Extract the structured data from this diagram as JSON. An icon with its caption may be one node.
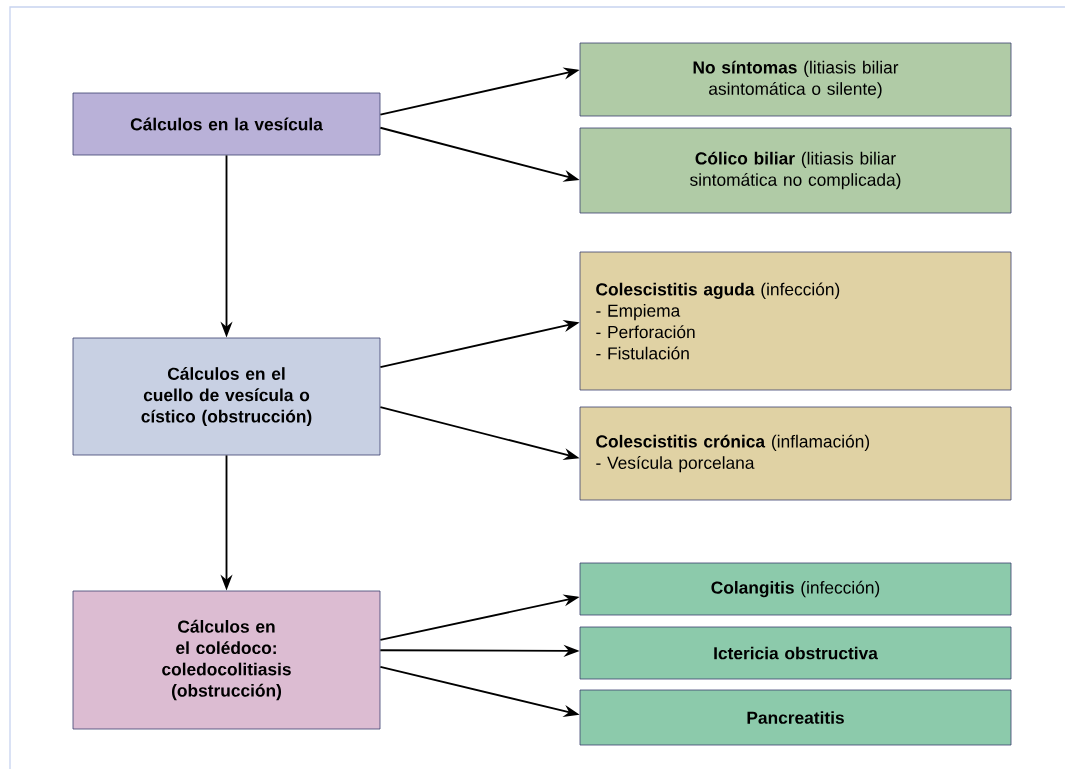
{
  "diagram": {
    "nodes": [
      {
        "text": [
          "Cálculos en la vesícula"
        ]
      },
      {
        "text": [
          "**No síntomas** (litiasis biliar asintomática o silente)"
        ]
      },
      {
        "text": [
          "**Cólico biliar** (litiasis biliar sintomática no complicada)"
        ]
      },
      {
        "text": [
          "Cálculos en el cuello de vesícula o cístico (obstrucción)"
        ]
      },
      {
        "text": [
          "**Colescistitis aguda** (infección)",
          "- Empiema",
          "- Perforación",
          "- Fistulación"
        ]
      },
      {
        "text": [
          "**Colescistitis crónica** (inflamación)",
          "- Vesícula porcelana"
        ]
      },
      {
        "text": [
          "Cálculos en el colédoco: coledocolitiasis (obstrucción)"
        ]
      },
      {
        "text": [
          "**Colangitis** (infección)"
        ]
      },
      {
        "text": [
          "Ictericia obstructiva"
        ]
      },
      {
        "text": [
          "Pancreatitis"
        ]
      }
    ],
    "edges": [
      {
        "from": 0,
        "to": 1,
        "arrow": "to"
      },
      {
        "from": 0,
        "to": 2,
        "arrow": "to"
      },
      {
        "from": 0,
        "to": 3,
        "arrow": "to"
      },
      {
        "from": 3,
        "to": 4,
        "arrow": "to"
      },
      {
        "from": 3,
        "to": 5,
        "arrow": "to"
      },
      {
        "from": 3,
        "to": 6,
        "arrow": "to"
      },
      {
        "from": 6,
        "to": 7,
        "arrow": "to"
      },
      {
        "from": 6,
        "to": 8,
        "arrow": "to"
      },
      {
        "from": 6,
        "to": 9,
        "arrow": "to"
      }
    ]
  }
}
